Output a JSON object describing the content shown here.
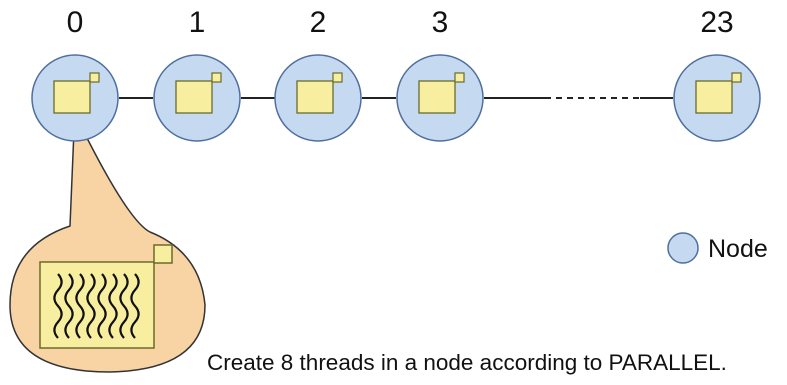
{
  "nodes": [
    {
      "label": "0"
    },
    {
      "label": "1"
    },
    {
      "label": "2"
    },
    {
      "label": "3"
    },
    {
      "label": "23"
    }
  ],
  "legend": {
    "label": "Node"
  },
  "caption": "Create 8 threads in a node according to PARALLEL.",
  "thread_count": 8,
  "colors": {
    "node_fill": "#c5d9f1",
    "node_stroke": "#4f6f9f",
    "box_fill": "#f7eea0",
    "box_stroke": "#6b6b2a",
    "callout_fill": "#f8d3a4",
    "callout_stroke": "#333333"
  }
}
